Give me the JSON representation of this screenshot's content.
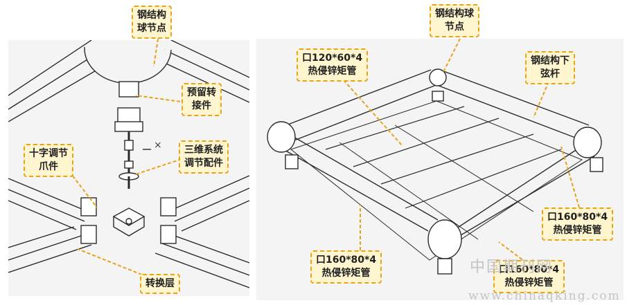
{
  "left_panel": {
    "labels": {
      "ball_node": [
        "钢结构",
        "球节点"
      ],
      "reserved_adapter": [
        "预留转",
        "接件"
      ],
      "3d_adjust": [
        "三维系统",
        "调节配件"
      ],
      "cross_claw": [
        "十字调节",
        "爪件"
      ],
      "transition": [
        "转换层"
      ]
    },
    "cross_mark": "×"
  },
  "right_panel": {
    "labels": {
      "ball_node": [
        "钢结构球",
        "节点"
      ],
      "tube_120": [
        "口120*60*4",
        "热侵锌矩管"
      ],
      "chord": [
        "钢结构下",
        "弦杆"
      ],
      "tube_160_right": [
        "口160*80*4",
        "热侵锌矩管"
      ],
      "tube_160_bottom_left": [
        "口160*80*4",
        "热侵锌矩管"
      ],
      "tube_160_bottom_right": [
        "口160*80*4",
        "热侵锌矩管"
      ]
    }
  },
  "watermark": {
    "cn": "中国期刊网",
    "url": "www.chinaqking.com"
  },
  "colors": {
    "callout_border": "#e8a21a",
    "callout_bg": "#fff5cf",
    "panel_bg": "#f4f4f4",
    "line": "#2a2a2a"
  }
}
